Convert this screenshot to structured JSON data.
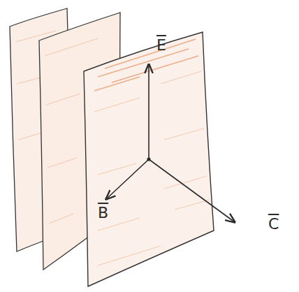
{
  "diagram": {
    "labels": [
      "E",
      "B",
      "C"
    ]
  }
}
